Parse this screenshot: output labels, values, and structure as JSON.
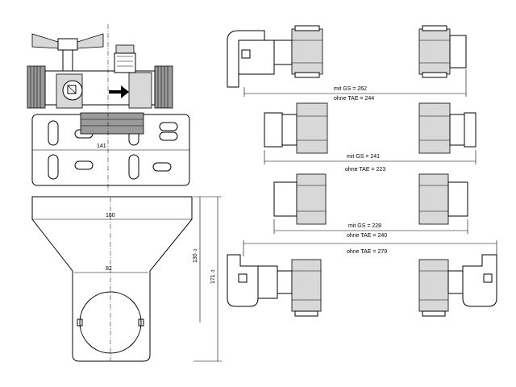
{
  "left_dims": {
    "width_141": "141",
    "width_160": "160",
    "width_82": "82",
    "height_130": "130",
    "height_130_tol": "-3",
    "height_171": "171",
    "height_171_tol": "-3"
  },
  "right_dims": {
    "row1_gs": "mit GS = 262",
    "row1_tae": "ohne TAE = 244",
    "row2_gs": "mit GS = 241",
    "row2_tae": "ohne TAE = 223",
    "row3_gs": "mit GS = 228",
    "row3_tae": "ohne TAE = 240",
    "row4_tae": "ohne TAE = 279"
  }
}
